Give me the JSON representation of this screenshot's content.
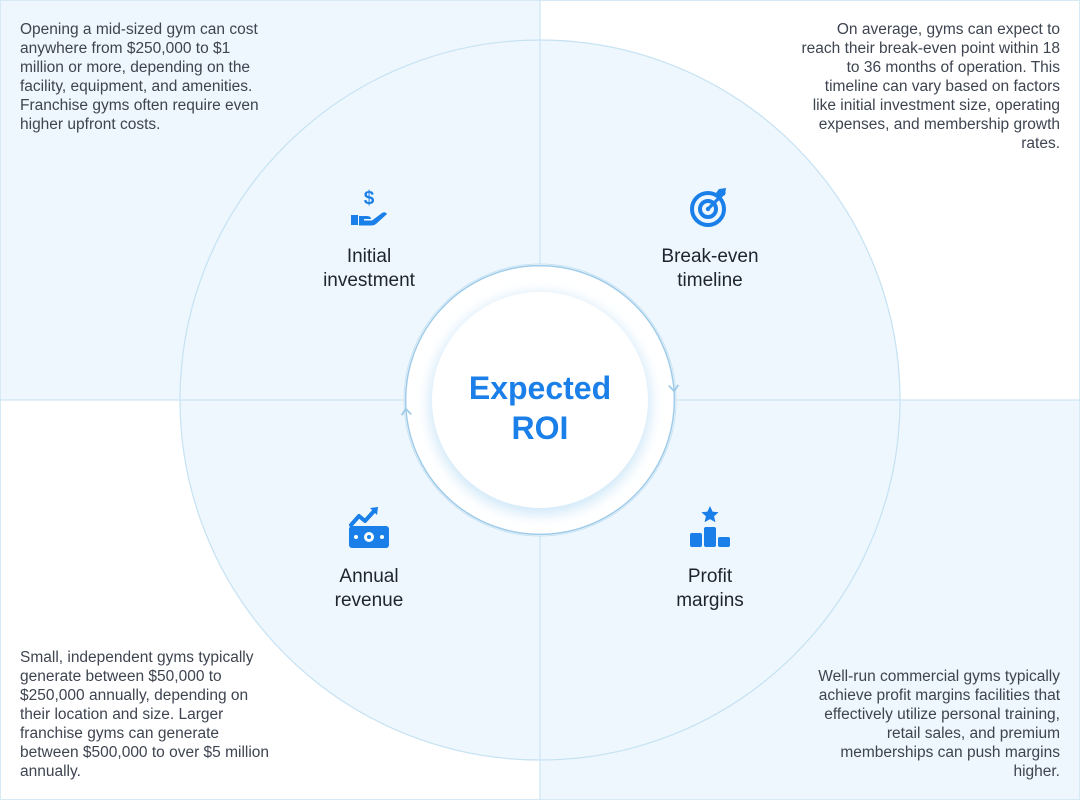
{
  "center": {
    "line1": "Expected",
    "line2": "ROI"
  },
  "quadrants": [
    {
      "id": "initial-investment",
      "label_line1": "Initial",
      "label_line2": "investment",
      "icon": "hand-dollar-icon",
      "description": "Opening a mid-sized gym can cost anywhere from $250,000 to $1 million or more, depending on the facility, equipment, and amenities. Franchise gyms often require even higher upfront costs."
    },
    {
      "id": "break-even-timeline",
      "label_line1": "Break-even",
      "label_line2": "timeline",
      "icon": "target-arrow-icon",
      "description": "On average, gyms can expect to reach their break-even point within 18 to 36 months of operation. This timeline can vary based on factors like initial investment size, operating expenses, and membership growth rates."
    },
    {
      "id": "annual-revenue",
      "label_line1": "Annual",
      "label_line2": "revenue",
      "icon": "money-growth-icon",
      "description": "Small, independent gyms typically generate between $50,000 to $250,000 annually, depending on their location and size. Larger franchise gyms can generate between $500,000 to over $5 million annually."
    },
    {
      "id": "profit-margins",
      "label_line1": "Profit",
      "label_line2": "margins",
      "icon": "podium-star-icon",
      "description": "Well-run commercial gyms typically achieve profit margins facilities that effectively utilize personal training, retail sales, and premium memberships can push margins higher."
    }
  ],
  "colors": {
    "accent": "#1a7fe8",
    "quadrant_tint": "#eef7fd",
    "line": "#c6e2f3",
    "text": "#3e4450",
    "label": "#1e2430"
  }
}
